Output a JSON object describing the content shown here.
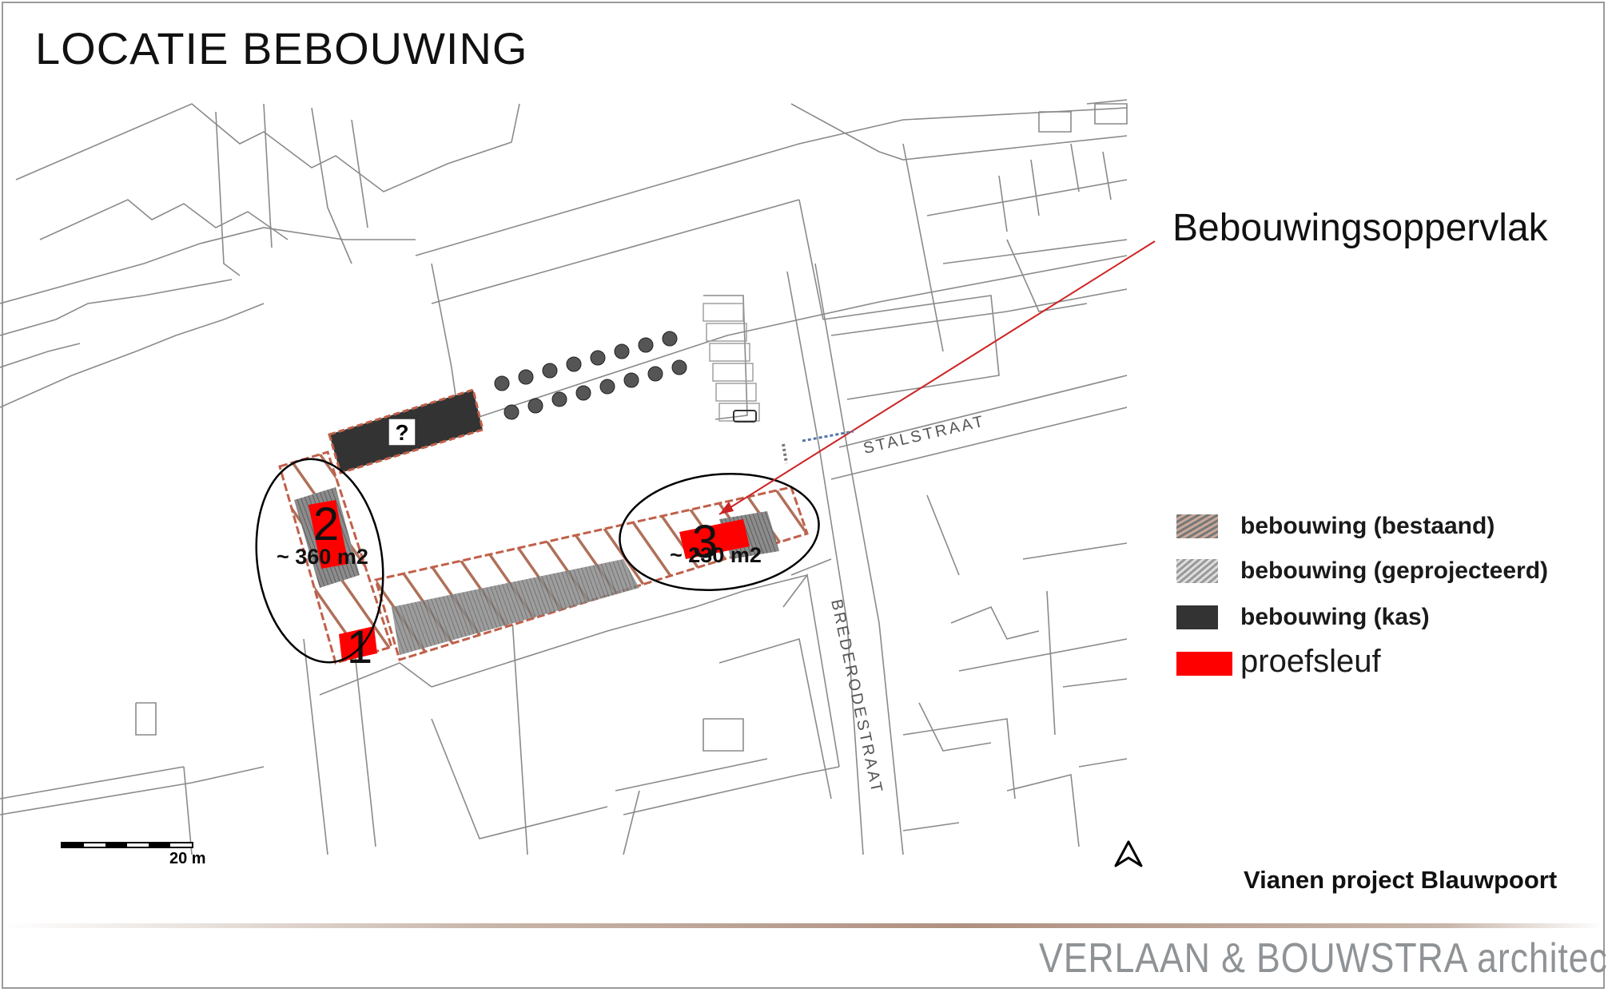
{
  "title": "LOCATIE BEBOUWING",
  "callout": "Bebouwingsoppervlak",
  "streets": {
    "stalstraat": "STALSTRAAT",
    "brederodestraat": "BREDERODESTRAAT"
  },
  "markers": {
    "question": "?",
    "area_left": "~ 360 m2",
    "area_right": "~ 230 m2"
  },
  "trenches": [
    "1",
    "2",
    "3"
  ],
  "legend": [
    {
      "label": "bebouwing (bestaand)",
      "icon": "hatch-dark-swatch"
    },
    {
      "label": "bebouwing (geprojecteerd)",
      "icon": "hatch-light-swatch"
    },
    {
      "label": "bebouwing (kas)",
      "icon": "dark-swatch"
    },
    {
      "label": "proefsleuf",
      "icon": "red-swatch"
    }
  ],
  "scale_label": "20 m",
  "project": "Vianen project Blauwpoort",
  "firm": "VERLAAN & BOUWSTRA architecten",
  "colors": {
    "trench": "#ff0000",
    "hatch": "#b0705a",
    "callout_line": "#cc2222",
    "greenhouse": "#333333"
  }
}
